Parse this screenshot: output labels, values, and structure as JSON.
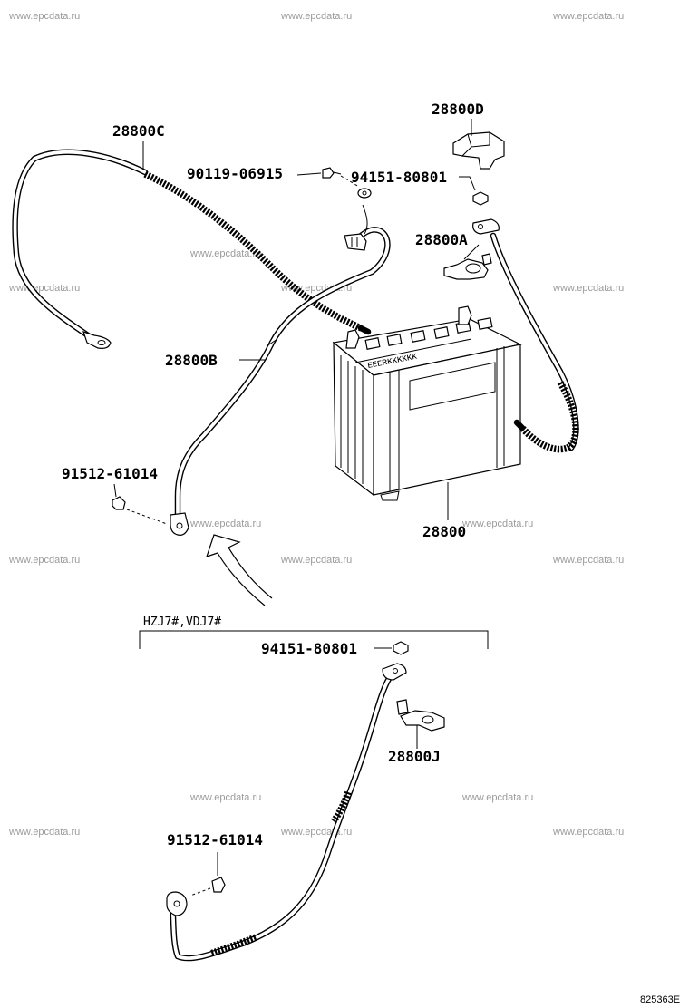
{
  "watermark": "www.epcdata.ru",
  "figure_id": "825363E",
  "variant_label": "HZJ7#,VDJ7#",
  "parts": {
    "cable_c": "28800C",
    "bolt_top": "90119-06915",
    "terminal_d": "28800D",
    "nut_top": "94151-80801",
    "terminal_a": "28800A",
    "cable_b": "28800B",
    "bolt_left": "91512-61014",
    "battery": "28800",
    "nut_variant": "94151-80801",
    "terminal_j": "28800J",
    "bolt_variant": "91512-61014"
  }
}
